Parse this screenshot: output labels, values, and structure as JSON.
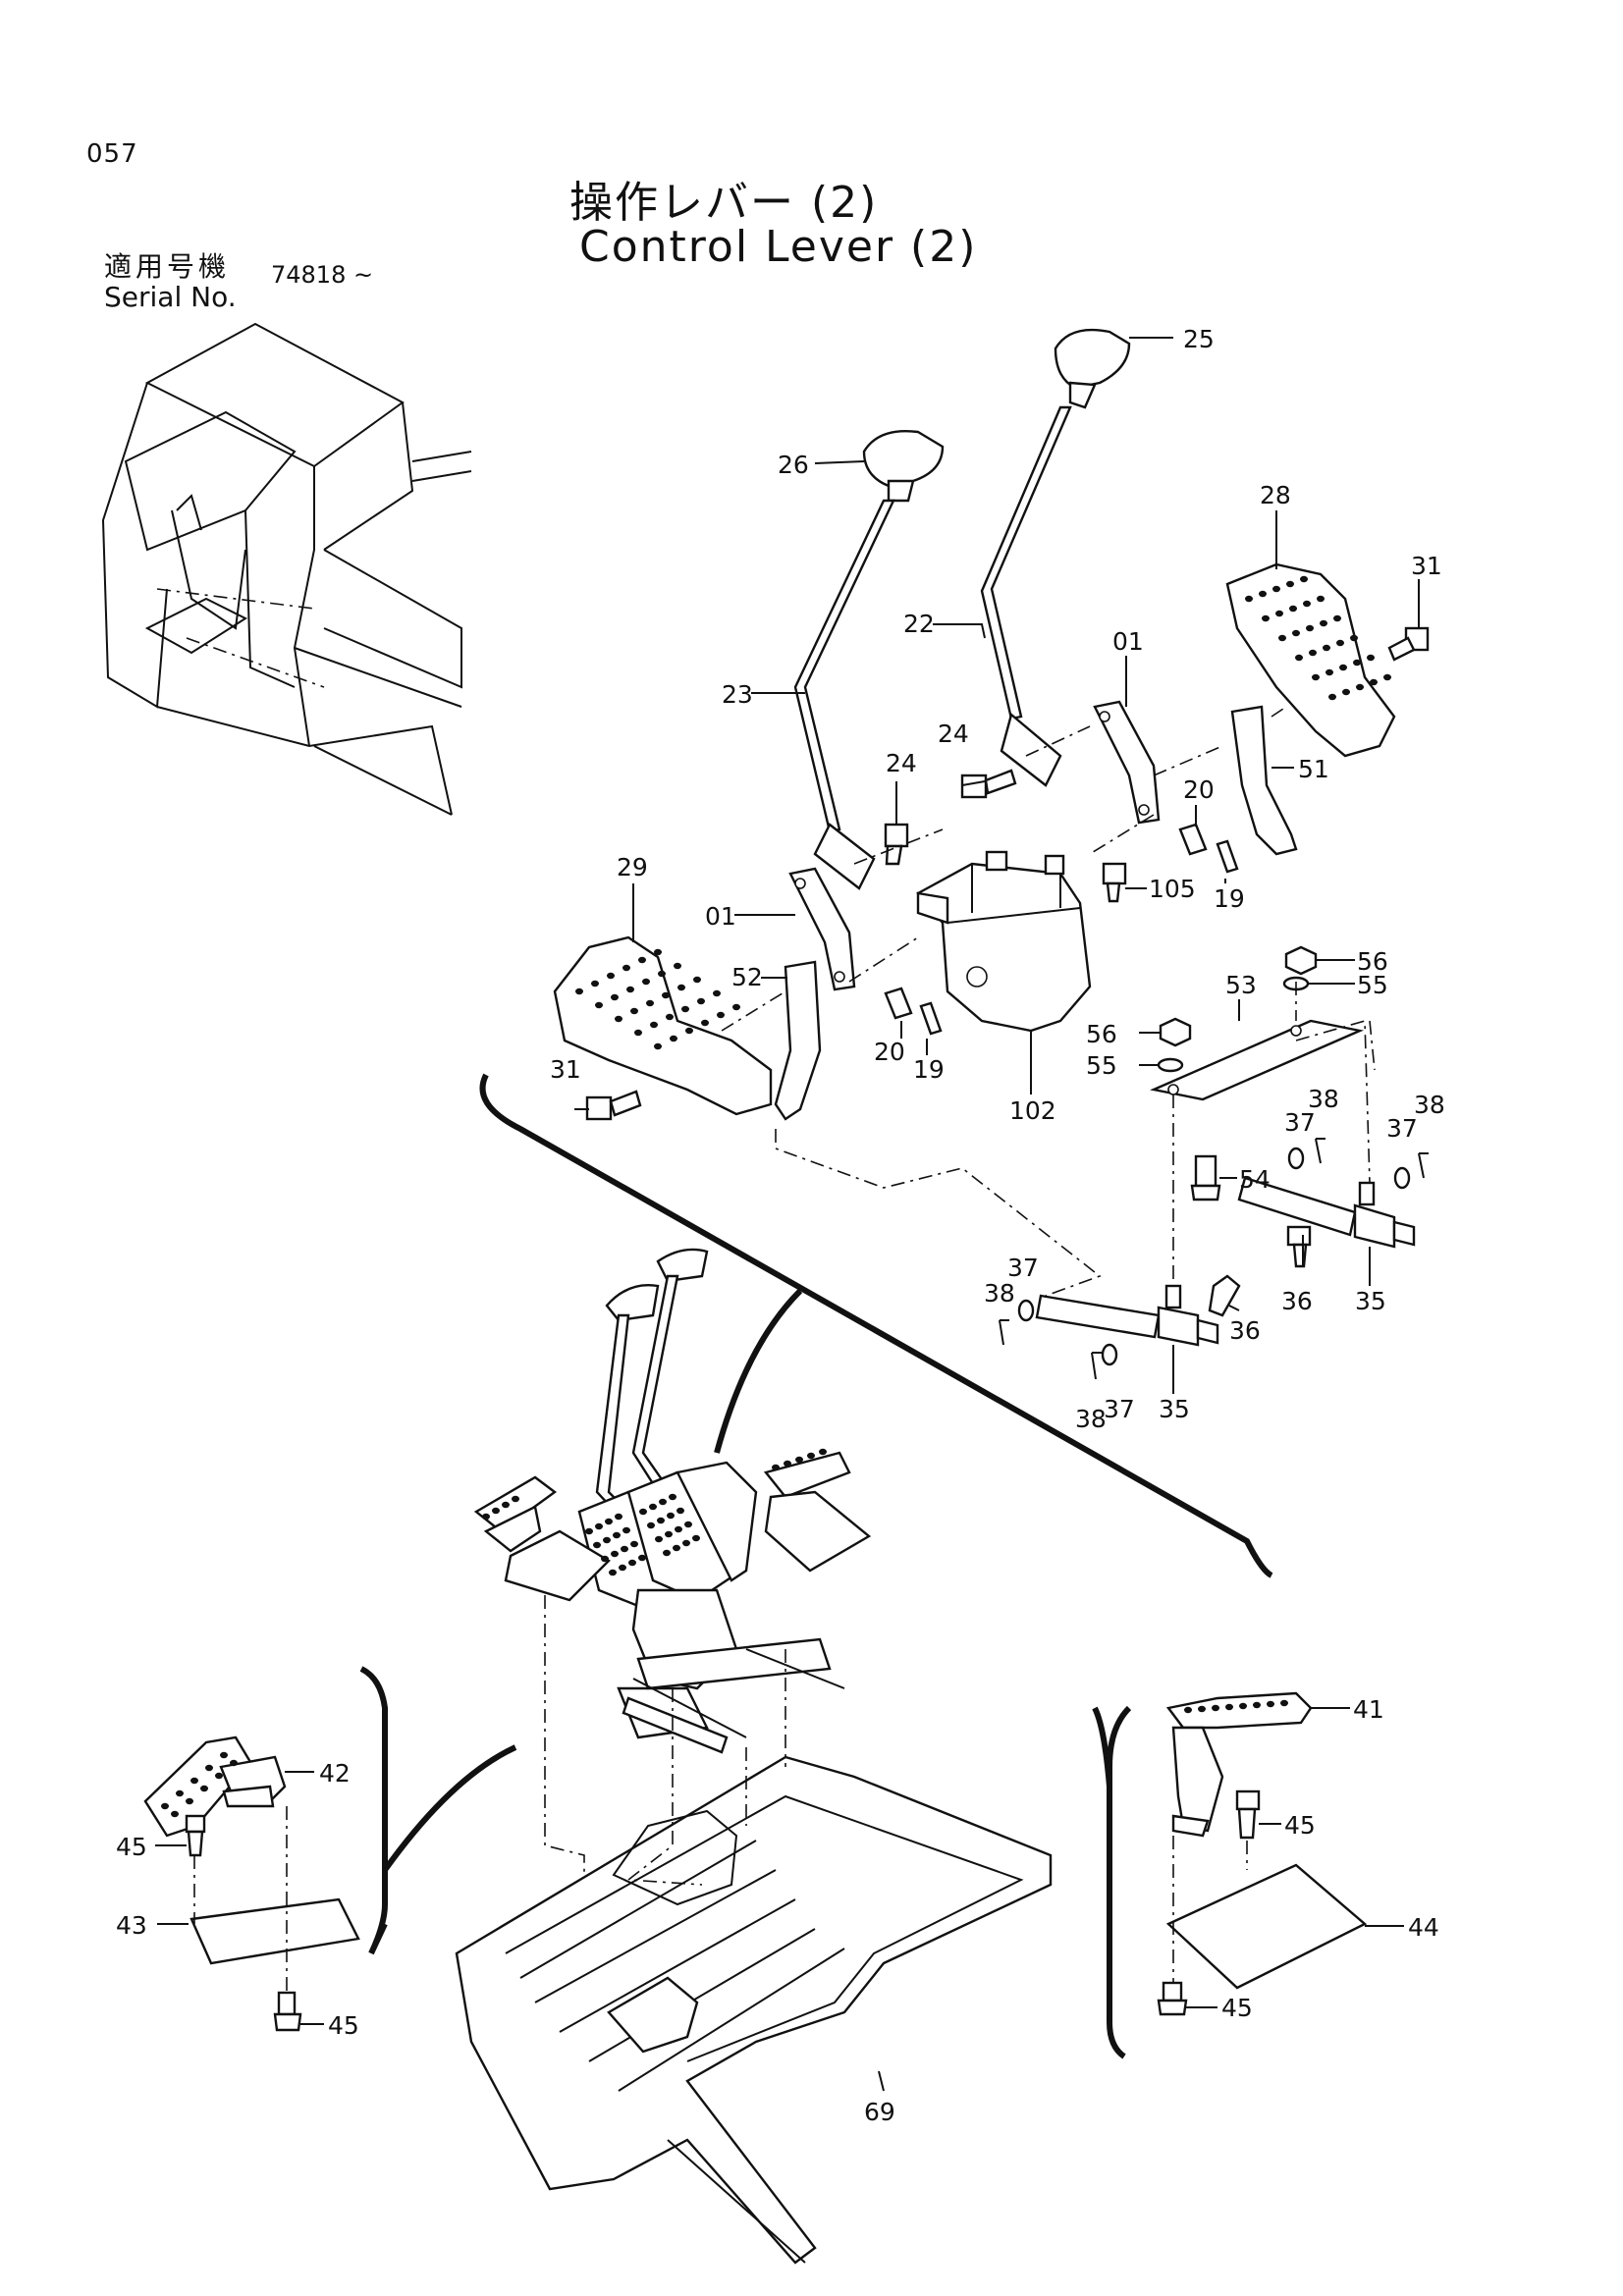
{
  "header": {
    "page_number": "057",
    "title_jp": "操作レバー (2)",
    "title_en": "Control Lever (2)",
    "serial_label_jp": "適用号機",
    "serial_label_en": "Serial No.",
    "serial_value": "74818 ~"
  },
  "callouts": [
    {
      "id": "c25",
      "label": "25"
    },
    {
      "id": "c26",
      "label": "26"
    },
    {
      "id": "c28",
      "label": "28"
    },
    {
      "id": "c31a",
      "label": "31"
    },
    {
      "id": "c22",
      "label": "22"
    },
    {
      "id": "c23",
      "label": "23"
    },
    {
      "id": "c24a",
      "label": "24"
    },
    {
      "id": "c24b",
      "label": "24"
    },
    {
      "id": "c01a",
      "label": "01"
    },
    {
      "id": "c51",
      "label": "51"
    },
    {
      "id": "c20a",
      "label": "20"
    },
    {
      "id": "c19a",
      "label": "19"
    },
    {
      "id": "c105",
      "label": "105"
    },
    {
      "id": "c29",
      "label": "29"
    },
    {
      "id": "c01b",
      "label": "01"
    },
    {
      "id": "c52",
      "label": "52"
    },
    {
      "id": "c20b",
      "label": "20"
    },
    {
      "id": "c19b",
      "label": "19"
    },
    {
      "id": "c102",
      "label": "102"
    },
    {
      "id": "c31b",
      "label": "31"
    },
    {
      "id": "c56a",
      "label": "56"
    },
    {
      "id": "c55a",
      "label": "55"
    },
    {
      "id": "c53",
      "label": "53"
    },
    {
      "id": "c56b",
      "label": "56"
    },
    {
      "id": "c55b",
      "label": "55"
    },
    {
      "id": "c54",
      "label": "54"
    },
    {
      "id": "c38a",
      "label": "38"
    },
    {
      "id": "c37a",
      "label": "37"
    },
    {
      "id": "c37b",
      "label": "37"
    },
    {
      "id": "c38b",
      "label": "38"
    },
    {
      "id": "c36a",
      "label": "36"
    },
    {
      "id": "c35a",
      "label": "35"
    },
    {
      "id": "c37c",
      "label": "37"
    },
    {
      "id": "c38c",
      "label": "38"
    },
    {
      "id": "c36b",
      "label": "36"
    },
    {
      "id": "c38d",
      "label": "38"
    },
    {
      "id": "c37d",
      "label": "37"
    },
    {
      "id": "c35b",
      "label": "35"
    },
    {
      "id": "c41",
      "label": "41"
    },
    {
      "id": "c42",
      "label": "42"
    },
    {
      "id": "c45a",
      "label": "45"
    },
    {
      "id": "c43",
      "label": "43"
    },
    {
      "id": "c45b",
      "label": "45"
    },
    {
      "id": "c45c",
      "label": "45"
    },
    {
      "id": "c44",
      "label": "44"
    },
    {
      "id": "c45d",
      "label": "45"
    },
    {
      "id": "c69",
      "label": "69"
    }
  ]
}
